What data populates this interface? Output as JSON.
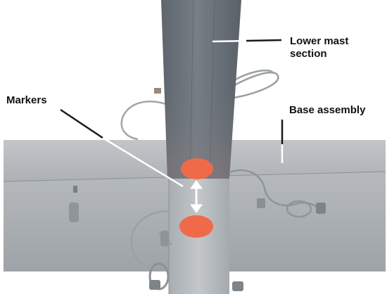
{
  "labels": {
    "lower_mast": "Lower mast\nsection",
    "base_assembly": "Base assembly",
    "markers": "Markers"
  },
  "colors": {
    "marker": "#f06a4a",
    "mast": "#6f777e",
    "base": "#b3b7ba",
    "background": "#ffffff"
  }
}
